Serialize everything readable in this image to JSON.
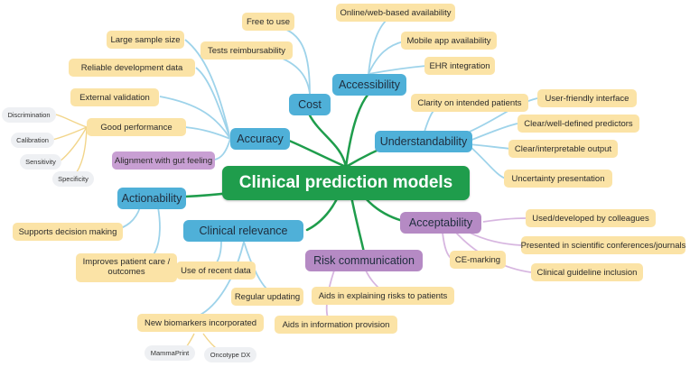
{
  "central": "Clinical prediction models",
  "categories": {
    "cost": "Cost",
    "accessibility": "Accessibility",
    "understandability": "Understandability",
    "accuracy": "Accuracy",
    "actionability": "Actionability",
    "clinical_relevance": "Clinical relevance",
    "risk_communication": "Risk communication",
    "acceptability": "Acceptability"
  },
  "cost_items": [
    "Free to use",
    "Tests reimbursability"
  ],
  "accessibility_items": [
    "Online/web-based availability",
    "Mobile app availability",
    "EHR integration"
  ],
  "understandability_items": [
    "Clarity on intended patients",
    "User-friendly interface",
    "Clear/well-defined predictors",
    "Clear/interpretable output",
    "Uncertainty presentation"
  ],
  "accuracy_items": [
    "Large sample size",
    "Reliable development data",
    "External validation",
    "Good performance",
    "Alignment with gut feeling"
  ],
  "performance_subitems": [
    "Discrimination",
    "Calibration",
    "Sensitivity",
    "Specificity"
  ],
  "actionability_items": [
    "Supports decision making",
    "Improves patient care / outcomes"
  ],
  "clinical_relevance_items": [
    "Use of recent data",
    "Regular updating",
    "New biomarkers incorporated"
  ],
  "biomarker_subitems": [
    "MammaPrint",
    "Oncotype DX"
  ],
  "risk_communication_items": [
    "Aids in explaining risks to patients",
    "Aids in information provision"
  ],
  "acceptability_items": [
    "Used/developed by colleagues",
    "CE-marking",
    "Presented in scientific conferences/journals",
    "Clinical guideline inclusion"
  ],
  "colors": {
    "central": "#1f9d4c",
    "blue_category": "#4fb0d8",
    "purple_category": "#b58ac4",
    "leaf": "#fbe3a6",
    "purple_leaf": "#c89fd3",
    "subitem": "#eef0f3"
  }
}
